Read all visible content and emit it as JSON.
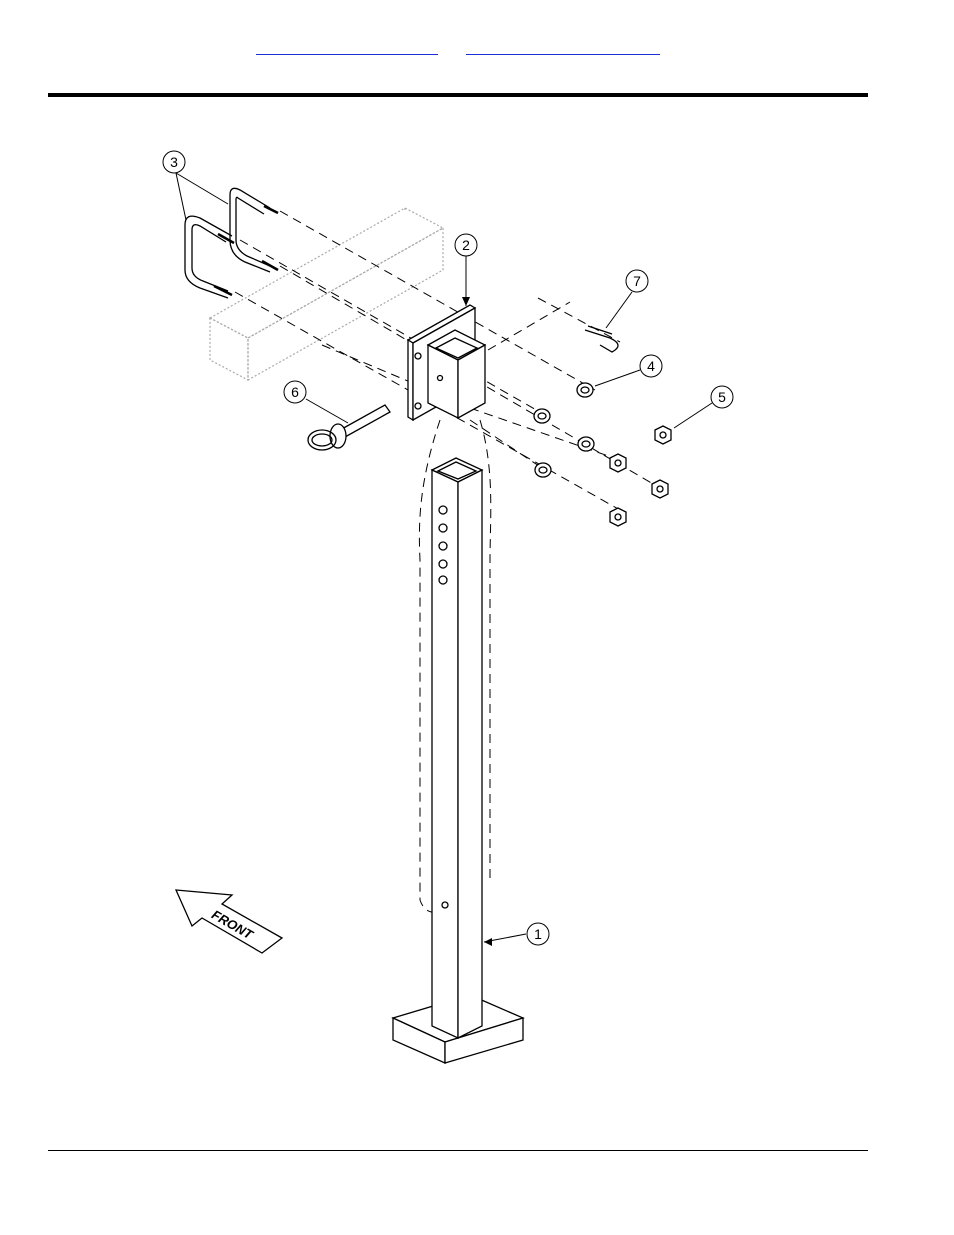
{
  "header": {
    "links": [
      "",
      ""
    ]
  },
  "figure": {
    "callouts": [
      {
        "id": "c1",
        "label": "1"
      },
      {
        "id": "c2",
        "label": "2"
      },
      {
        "id": "c3",
        "label": "3"
      },
      {
        "id": "c4",
        "label": "4"
      },
      {
        "id": "c5",
        "label": "5"
      },
      {
        "id": "c6",
        "label": "6"
      },
      {
        "id": "c7",
        "label": "7"
      }
    ],
    "front_label": "FRONT"
  },
  "colors": {
    "link": "#1a2fd6",
    "rule": "#000000",
    "line": "#000000",
    "ghost": "#aaaaaa"
  }
}
